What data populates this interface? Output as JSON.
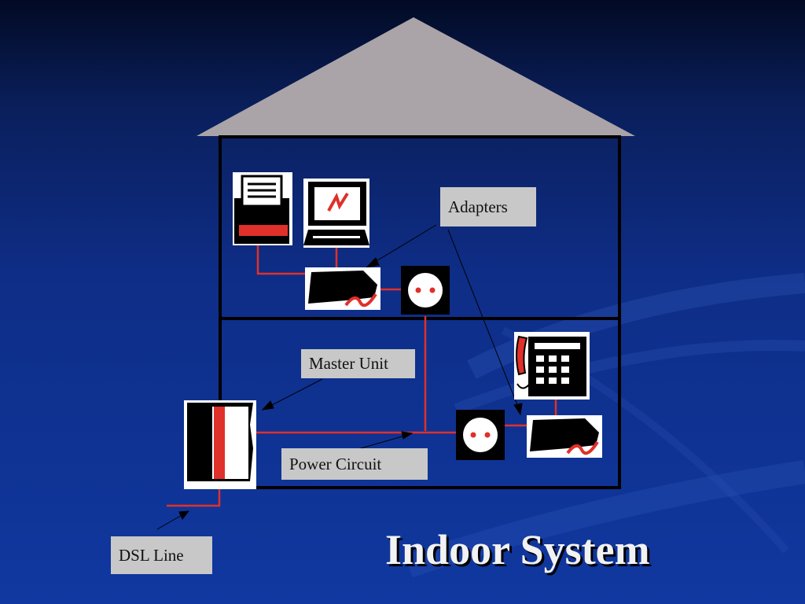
{
  "slide": {
    "title": "Indoor System"
  },
  "labels": {
    "adapters": "Adapters",
    "master_unit": "Master Unit",
    "power_circuit": "Power Circuit",
    "dsl_line": "DSL Line"
  },
  "colors": {
    "background_top": "#020a24",
    "background_bottom": "#1038a0",
    "roof": "#aaa4a8",
    "wire": "#e0302a",
    "label_box": "#c8c8c8"
  },
  "icons": {
    "printer": "printer-icon",
    "computer": "computer-icon",
    "adapter_upper": "adapter-icon",
    "outlet_upper": "outlet-icon",
    "master_unit": "master-unit-icon",
    "outlet_lower": "outlet-icon",
    "phone": "telephone-icon",
    "adapter_lower": "adapter-icon"
  }
}
